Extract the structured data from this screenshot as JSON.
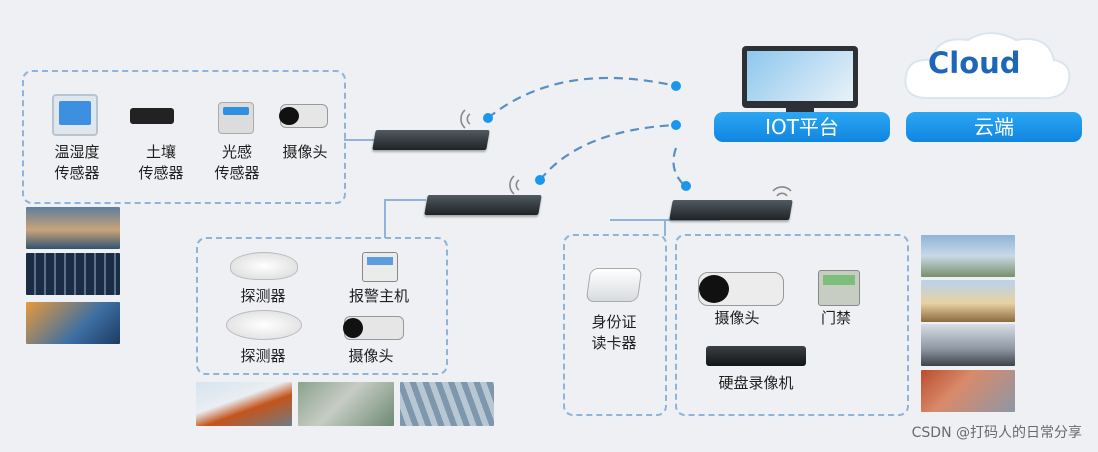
{
  "top_group": {
    "items": [
      {
        "icon": "thermo-hygrometer-icon",
        "label_lines": [
          "温湿度",
          "传感器"
        ]
      },
      {
        "icon": "soil-sensor-icon",
        "label_lines": [
          "土壤",
          "传感器"
        ]
      },
      {
        "icon": "light-sensor-icon",
        "label_lines": [
          "光感",
          "传感器"
        ]
      },
      {
        "icon": "camera-icon",
        "label_lines": [
          "摄像头"
        ]
      }
    ]
  },
  "middle_group": {
    "items": [
      {
        "icon": "smoke-detector-icon",
        "label": "探测器"
      },
      {
        "icon": "alarm-host-icon",
        "label": "报警主机"
      },
      {
        "icon": "ceiling-detector-icon",
        "label": "探测器"
      },
      {
        "icon": "camera-icon",
        "label": "摄像头"
      }
    ]
  },
  "right_group_left": {
    "items": [
      {
        "icon": "id-card-reader-icon",
        "label_lines": [
          "身份证",
          "读卡器"
        ]
      }
    ]
  },
  "right_group_right": {
    "items": [
      {
        "icon": "camera-icon",
        "label": "摄像头"
      },
      {
        "icon": "access-keypad-icon",
        "label": "门禁"
      },
      {
        "icon": "dvr-icon",
        "label": "硬盘录像机"
      }
    ]
  },
  "platform": {
    "iot_label": "IOT平台",
    "cloud_label": "云端",
    "cloud_logo_text": "Cloud"
  },
  "colors": {
    "accent_blue": "#1185e0",
    "dashed_border": "#8fb3d9",
    "cloud_text": "#1e66b8"
  },
  "watermark": "CSDN @打码人的日常分享"
}
